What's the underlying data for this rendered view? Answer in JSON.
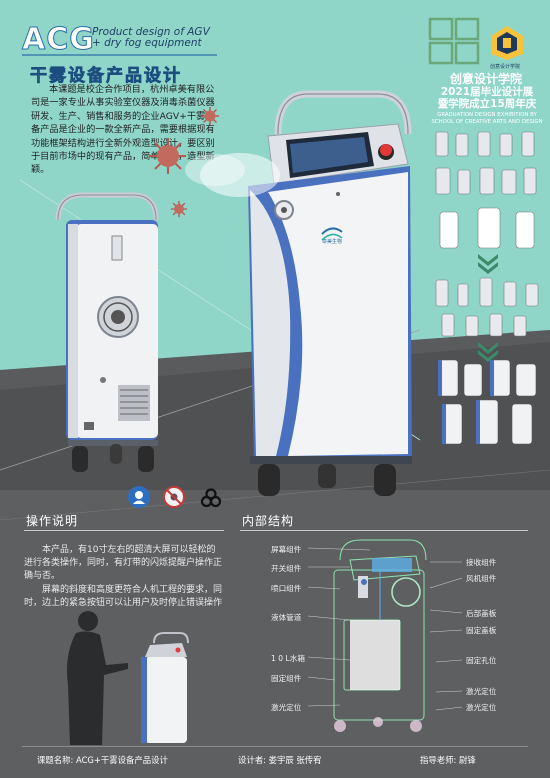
{
  "header": {
    "acg": "ACG",
    "english_line1": "Product design of AGV",
    "english_line2": "+ dry fog equipment",
    "chinese_title": "干雾设备产品设计"
  },
  "intro": {
    "paragraph": "本课题是校企合作项目，杭州卓美有限公司是一家专业从事实验室仪器及消毒杀菌仪器研发、生产、销售和服务的企业AGV+干雾设备产品是企业的一款全新产品，需要根据现有功能框架结构进行全新外观造型设计，要区别于目前市场中的现有产品，简单耐看，造型新颖。"
  },
  "school": {
    "logo_text": "创意设计学院",
    "name": "创意设计学院",
    "expo_line1": "2021届毕业设计展",
    "expo_line2": "暨学院成立15周年庆",
    "en_line1": "GRADUATION DESIGN EXHIBITION BY",
    "en_line2": "SCHOOL OF CREATIVE ARTS AND DESIGN"
  },
  "product": {
    "brand_label": "卓美生物"
  },
  "sections": {
    "operation": "操作说明",
    "structure": "内部结构"
  },
  "operation": {
    "p1": "本产品，有10寸左右的超清大屏可以轻松的进行各类操作，同时，有灯带的闪烁提醒户操作正确与否。",
    "p2": "屏幕的斜度和高度更符合人机工程的要求，同时，边上的紧急按钮可以让用户及时停止错误操作"
  },
  "structure_labels": {
    "left": [
      "屏幕组件",
      "开关组件",
      "喷口组件",
      "液体管道",
      "1 0 L水箱",
      "固定组件",
      "激光定位"
    ],
    "right": [
      "接收组件",
      "风机组件",
      "后部盖板",
      "固定盖板",
      "固定孔位",
      "激光定位",
      "激光定位"
    ]
  },
  "footer": {
    "course": "课题名称: ACG+干雾设备产品设计",
    "designer": "设计者: 娄宇辰 张传宥",
    "teacher": "指导老师: 尉锋"
  },
  "colors": {
    "teal": "#8fd6c9",
    "grey": "#5d5f61",
    "accent_blue": "#4a70c0",
    "title_blue": "#2a6fa8"
  },
  "icons": [
    "mask-icon",
    "no-virus-icon",
    "biohazard-icon"
  ]
}
